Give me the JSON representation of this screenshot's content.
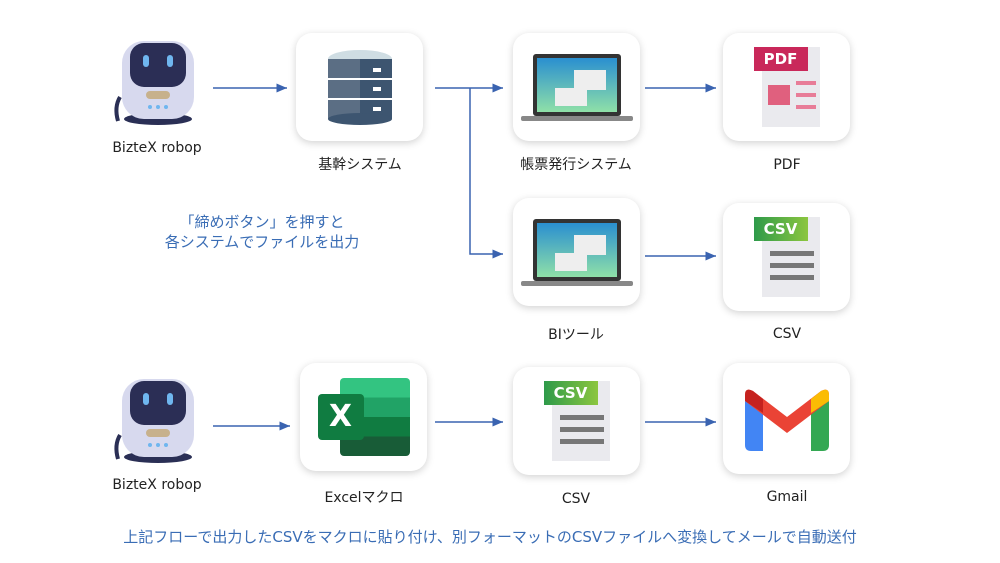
{
  "row1": {
    "robot_label": "BizteX robop",
    "core_label": "基幹システム",
    "report_label": "帳票発行システム",
    "pdf_label": "PDF",
    "pdf_icon_text": "PDF",
    "bi_label": "BIツール",
    "csv_label": "CSV",
    "csv_icon_text": "CSV"
  },
  "note": {
    "line1": "「締めボタン」を押すと",
    "line2": "各システムでファイルを出力"
  },
  "row2": {
    "robot_label": "BizteX robop",
    "excel_label": "Excelマクロ",
    "excel_icon_text": "X",
    "csv_label": "CSV",
    "csv_icon_text": "CSV",
    "gmail_label": "Gmail"
  },
  "footer": "上記フローで出力したCSVをマクロに貼り付け、別フォーマットのCSVファイルへ変換してメールで自動送付",
  "colors": {
    "arrow": "#3a63b0",
    "note": "#3a6db5"
  }
}
